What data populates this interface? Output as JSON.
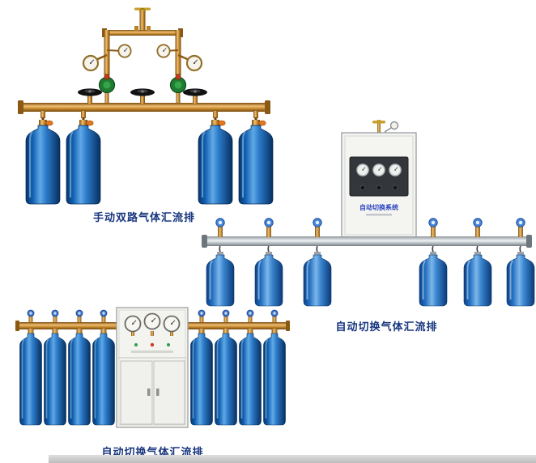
{
  "products": [
    {
      "id": "manual-dual-gas-manifold",
      "caption": "手动双路气体汇流排"
    },
    {
      "id": "auto-switch-gas-manifold-wall",
      "caption": "自动切换气体汇流排",
      "cabinet_label": "自动切换系统"
    },
    {
      "id": "auto-switch-gas-manifold-floor",
      "caption": "自动切换气体汇流排"
    }
  ],
  "colors": {
    "caption_text": "#17357e",
    "cylinder_blue": "#1565b4",
    "brass_pipe": "#cd9136",
    "aluminum_pipe": "#c6ccd1",
    "cabinet_body": "#f4f4f0",
    "cabinet_label_blue": "#2b46c0"
  }
}
